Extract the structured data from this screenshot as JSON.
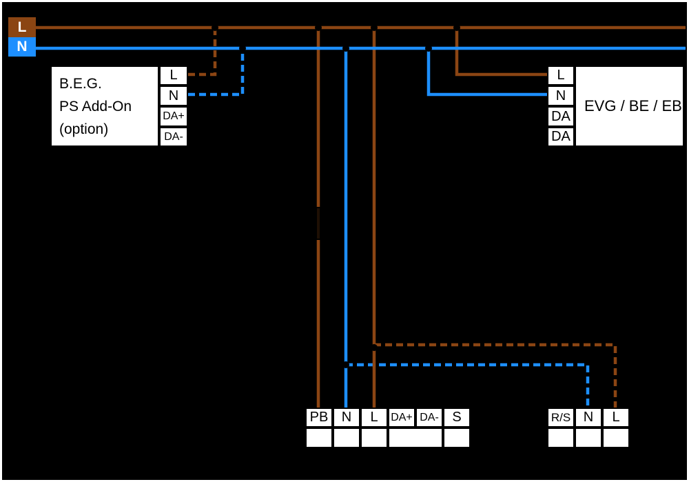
{
  "colors": {
    "background": "#000000",
    "frame": "#ffffff",
    "wire_live_brown": "#8B4513",
    "wire_neutral_blue": "#1D8FFF",
    "box_fill": "#ffffff",
    "box_border": "#000000",
    "text": "#000000",
    "legend_text": "#ffffff",
    "hidden_symbol": "#1E0F04"
  },
  "mains_legend": {
    "live_label": "L",
    "neutral_label": "N"
  },
  "ps_addon_box": {
    "line1": "B.E.G.",
    "line2": "PS Add-On",
    "line3": "(option)",
    "terminals": [
      "L",
      "N",
      "DA+",
      "DA-"
    ]
  },
  "evg_box": {
    "label": "EVG / BE / EB",
    "terminals": [
      "L",
      "N",
      "DA",
      "DA"
    ]
  },
  "sensor_strip": {
    "terminals": [
      "PB",
      "N",
      "L",
      "DA+",
      "DA-",
      "S"
    ]
  },
  "load_strip": {
    "terminals": [
      "R/S",
      "N",
      "L"
    ]
  }
}
